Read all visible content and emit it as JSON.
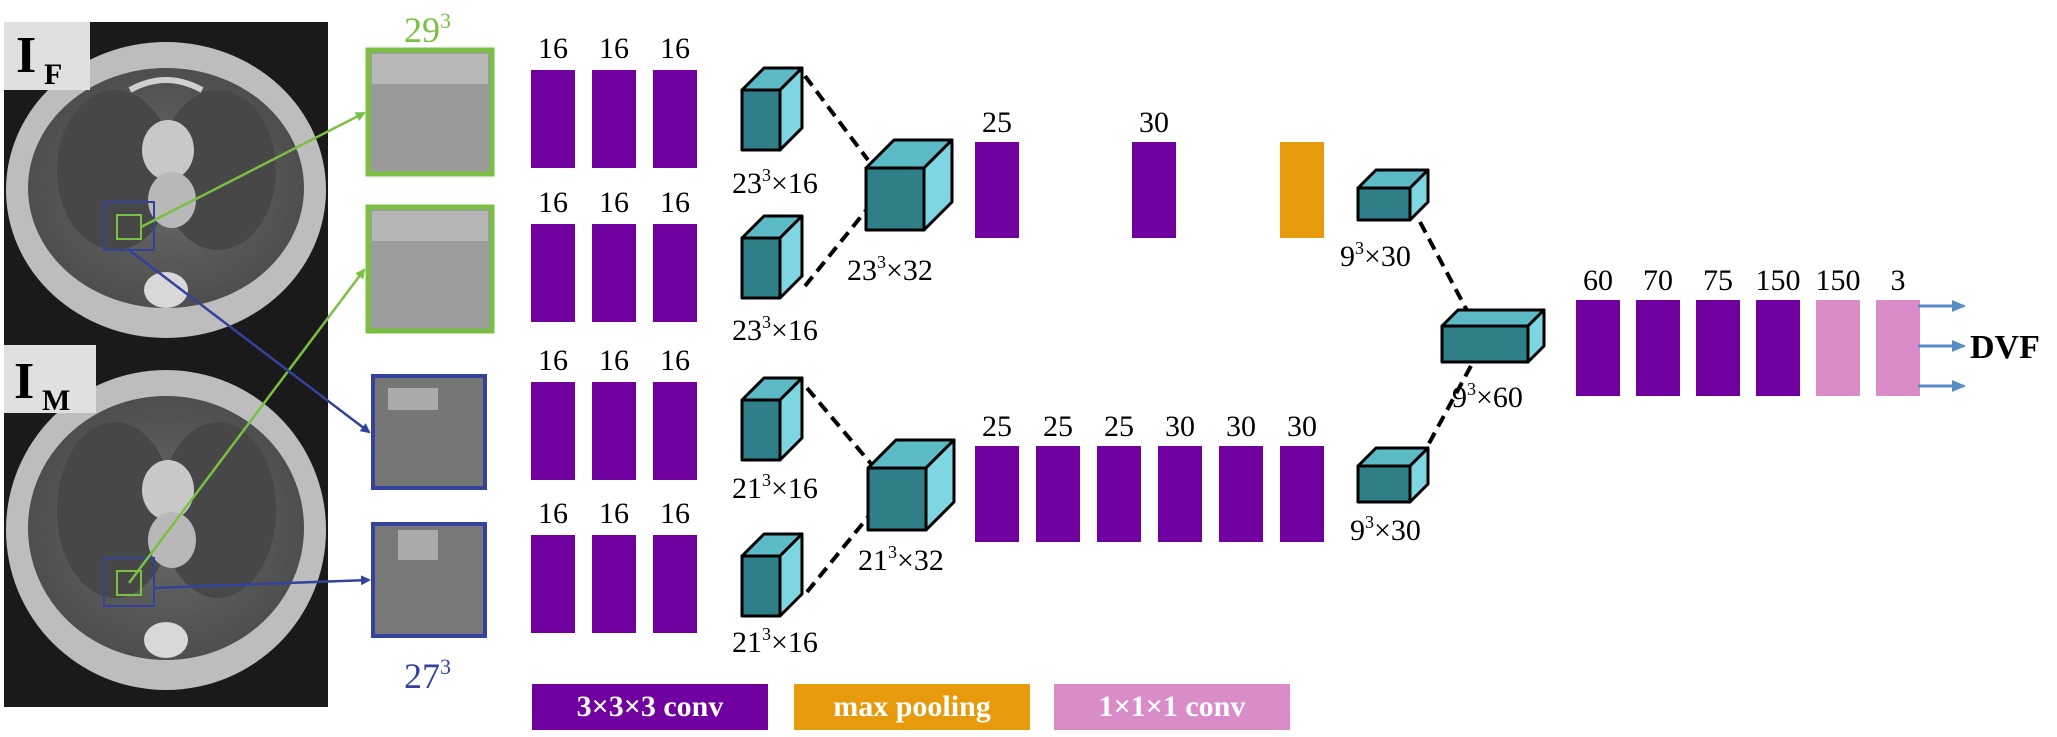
{
  "images": {
    "fixed": {
      "label_main": "I",
      "label_sub": "F"
    },
    "moving": {
      "label_main": "I",
      "label_sub": "M"
    }
  },
  "patches": {
    "green_size": {
      "base": "29",
      "exp": "3"
    },
    "blue_size": {
      "base": "27",
      "exp": "3"
    }
  },
  "conv_stacks": [
    {
      "labels": [
        "16",
        "16",
        "16"
      ]
    },
    {
      "labels": [
        "16",
        "16",
        "16"
      ]
    },
    {
      "labels": [
        "16",
        "16",
        "16"
      ]
    },
    {
      "labels": [
        "16",
        "16",
        "16"
      ]
    }
  ],
  "cubes": {
    "top_a": {
      "base": "23",
      "exp": "3",
      "rest": "×16"
    },
    "top_b": {
      "base": "23",
      "exp": "3",
      "rest": "×16"
    },
    "top_merge": {
      "base": "23",
      "exp": "3",
      "rest": "×32"
    },
    "bot_a": {
      "base": "21",
      "exp": "3",
      "rest": "×16"
    },
    "bot_b": {
      "base": "21",
      "exp": "3",
      "rest": "×16"
    },
    "bot_merge": {
      "base": "21",
      "exp": "3",
      "rest": "×32"
    },
    "mid_top": {
      "base": "9",
      "exp": "3",
      "rest": "×30"
    },
    "mid_bot": {
      "base": "9",
      "exp": "3",
      "rest": "×30"
    },
    "final_merge": {
      "base": "9",
      "exp": "3",
      "rest": "×60"
    }
  },
  "top_branch_labels": [
    "25",
    "30"
  ],
  "bottom_branch_labels": [
    "25",
    "25",
    "25",
    "30",
    "30",
    "30"
  ],
  "final_labels": [
    "60",
    "70",
    "75",
    "150",
    "150",
    "3"
  ],
  "output_label": "DVF",
  "legend": {
    "conv3": "3×3×3 conv",
    "pool": "max pooling",
    "conv1": "1×1×1 conv"
  },
  "colors": {
    "conv3": "#7000a0",
    "pool": "#e69a0c",
    "conv1": "#d98cc8",
    "cube_front": "#2e7f87",
    "cube_side": "#7dd6e2",
    "cube_top": "#5cbac6",
    "green": "#7ac143",
    "blue": "#33439b",
    "arrow": "#5b8bc4"
  }
}
